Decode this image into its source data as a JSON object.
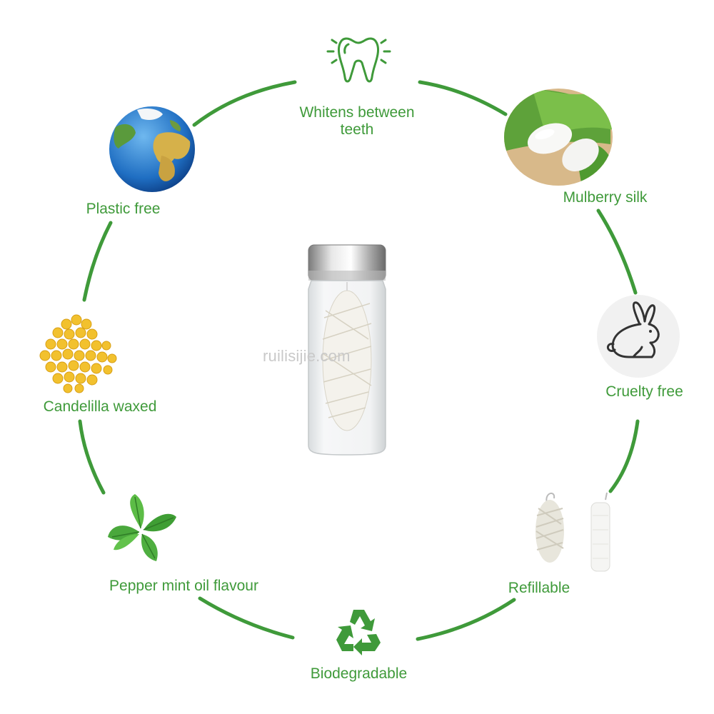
{
  "features": {
    "whitens": {
      "line1": "Whitens between",
      "line2": "teeth"
    },
    "mulberry": {
      "label": "Mulberry silk"
    },
    "cruelty": {
      "label": "Cruelty free"
    },
    "refillable": {
      "label": "Refillable"
    },
    "biodegradable": {
      "label": "Biodegradable"
    },
    "peppermint": {
      "label": "Pepper mint oil flavour"
    },
    "candelilla": {
      "label": "Candelilla waxed"
    },
    "plastic": {
      "label": "Plastic free"
    }
  },
  "watermark": "ruilisijie.com",
  "colors": {
    "accent": "#3f9a3a",
    "ring": "#3f9a3a"
  },
  "icons": [
    "tooth-icon",
    "silk-cocoon-image",
    "rabbit-icon",
    "floss-refill-image",
    "recycle-icon",
    "mint-leaf-image",
    "wax-pellets-image",
    "globe-image",
    "floss-jar-image"
  ]
}
